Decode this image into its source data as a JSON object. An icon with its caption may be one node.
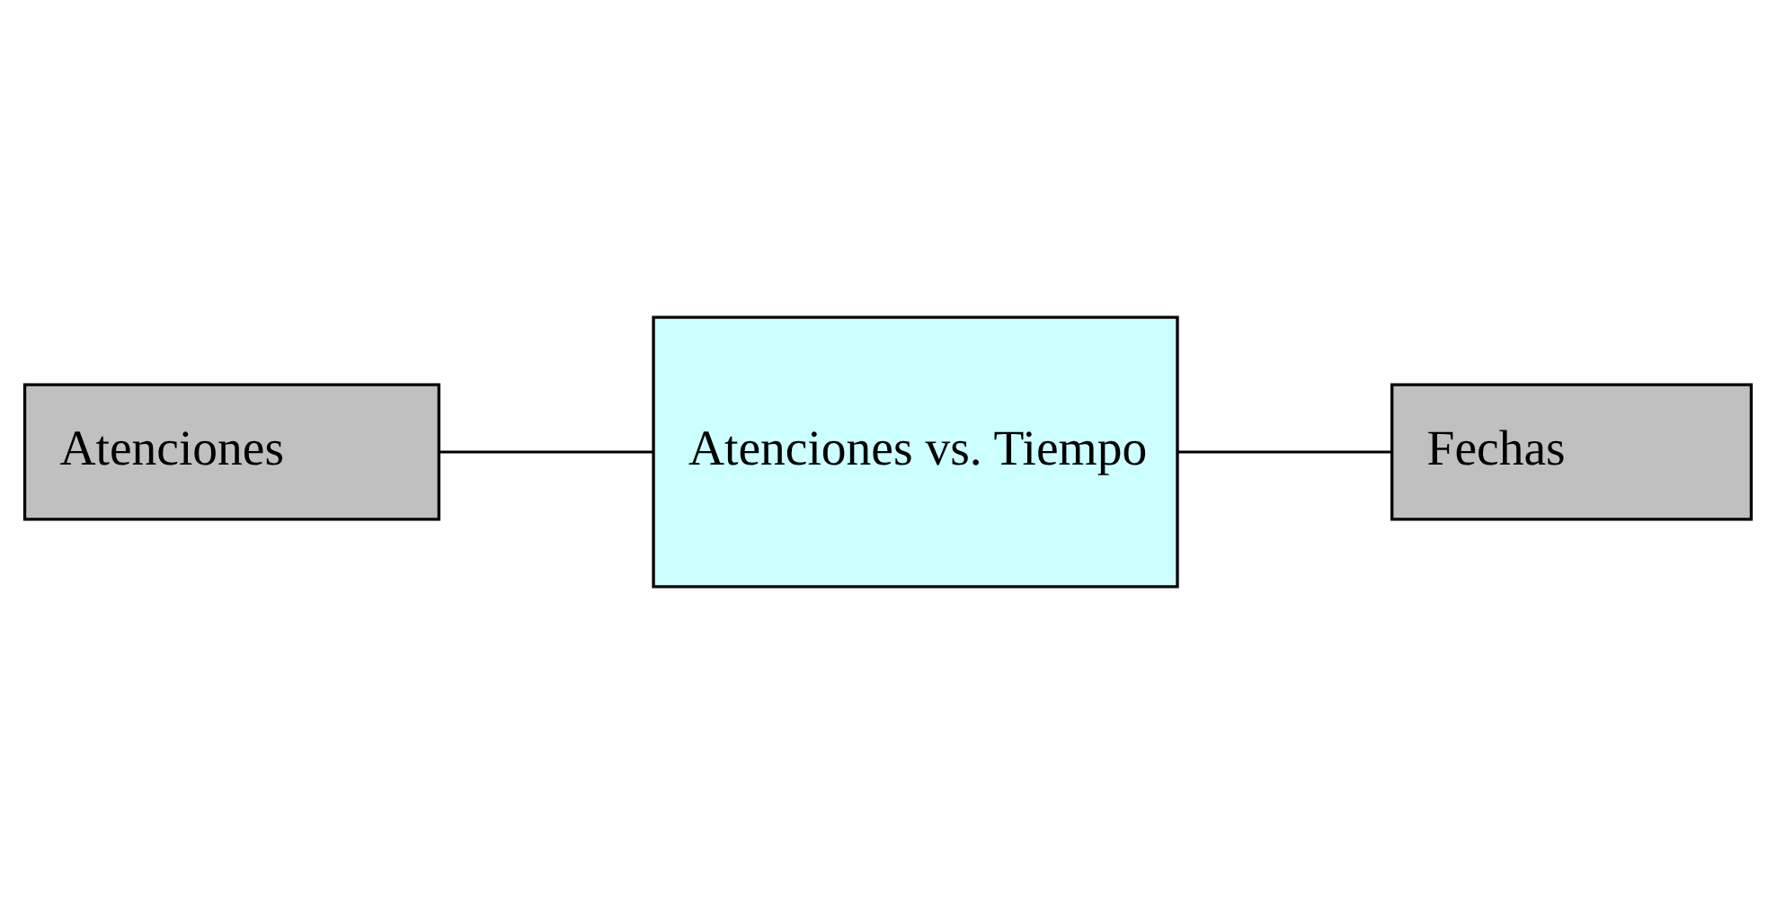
{
  "diagram": {
    "nodes": [
      {
        "text": [
          "Atenciones"
        ]
      },
      {
        "text": [
          "Atenciones vs. Tiempo"
        ]
      },
      {
        "text": [
          "Fechas"
        ]
      }
    ],
    "edges": [
      {
        "from": 0,
        "to": 1,
        "arrow": "none"
      },
      {
        "from": 1,
        "to": 2,
        "arrow": "none"
      }
    ]
  }
}
